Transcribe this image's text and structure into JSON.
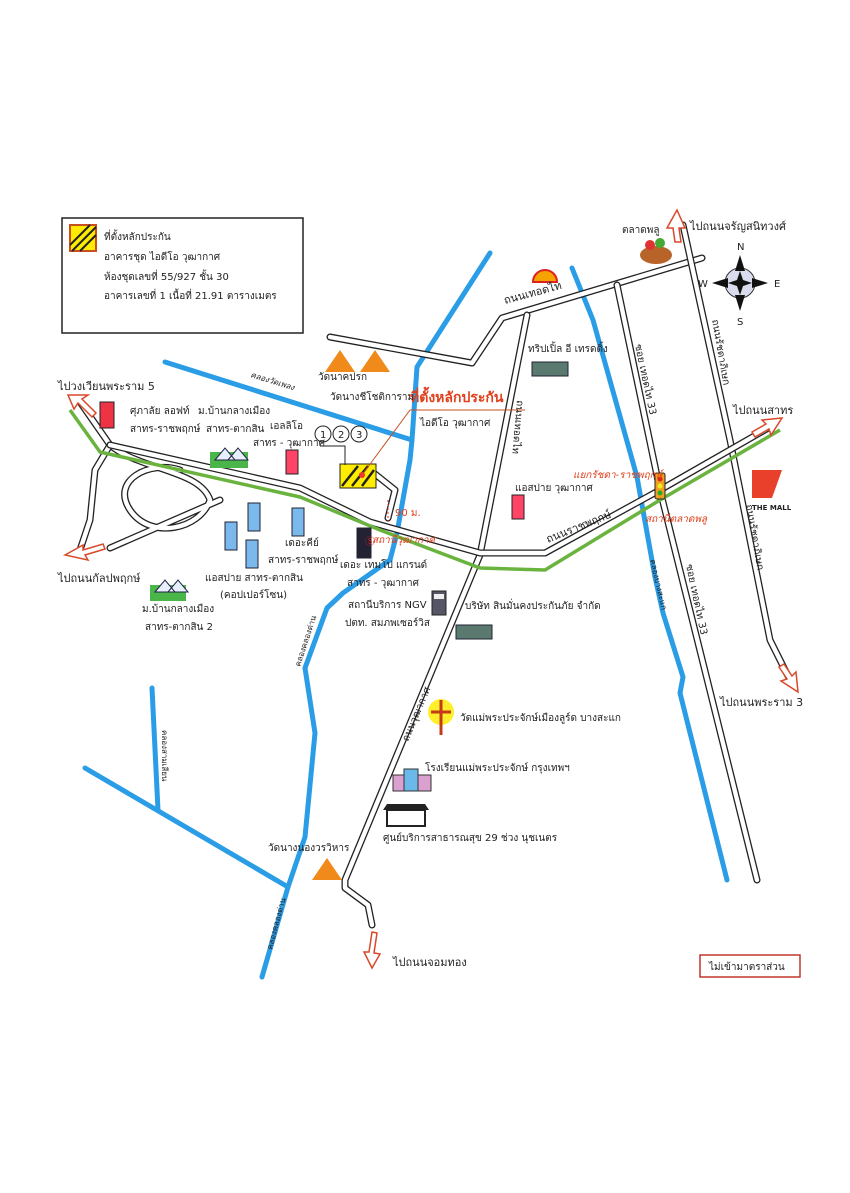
{
  "legend": {
    "title": "ที่ตั้งหลักประกัน",
    "line1": "อาคารชุด ไอดีโอ วุฒากาศ",
    "line2": "ห้องชุดเลขที่ 55/927 ชั้น 30",
    "line3": "อาคารเลขที่ 1 เนื้อที่ 21.91 ตารางเมตร"
  },
  "directions": {
    "rama5": "ไปวงเวียนพระราม 5",
    "kalpapruek": "ไปถนนกัลปพฤกษ์",
    "charansanitwong": "ไปถนนจรัญสนิทวงศ์",
    "sathorn": "ไปถนนสาทร",
    "rama3": "ไปถนนพระราม 3",
    "chomthong": "ไปถนนจอมทอง"
  },
  "roads": {
    "thoetthai": "ถนนเทอดไท",
    "thoetthai_v": "ถนนเทอดไท",
    "soi33": "ซอย เทอดไท 33",
    "soi33b": "ซอย เทอดไท 33",
    "ratchadaphisek": "ถนนรัชดาภิเษก",
    "ratchadaphisek2": "ถนนรัชดาภิเษก",
    "ratchaphruek": "ถนนราชพฤกษ์",
    "wutthakat": "ถนนวุฒากาศ"
  },
  "canals": {
    "wat_phleng": "คลองวัดเพลง",
    "dan1": "คลองคลองด่าน",
    "dan2": "คลองคลองด่าน",
    "left": "คลองสามเสียน",
    "bangsakae": "คลองบางสะแก"
  },
  "site": {
    "label": "ที่ตั้งหลักประกัน",
    "sub": "ไอดีโอ วุฒากาศ",
    "circles": [
      "1",
      "2",
      "3"
    ],
    "distance": "90 ม."
  },
  "stations": {
    "wutthakat": "สถานีวุฒากาศ",
    "talat_phlu": "สถานีตลาดพลู",
    "junction": "แยกรัชดา-ราชพฤกษ์"
  },
  "places": {
    "supalai_1": "ศุภาลัย ลอฟท์",
    "supalai_2": "สาทร-ราชพฤกษ์",
    "baan1_1": "ม.บ้านกลางเมือง",
    "baan1_2": "สาทร-ตากสิน",
    "elio_1": "เอลลิโอ",
    "elio_2": "สาทร - วุฒากาศ",
    "wat_nakprok": "วัดนาคปรก",
    "wat_nangchee": "วัดนางชีโชติการาม",
    "thekey_1": "เดอะคีย์",
    "thekey_2": "สาทร-ราชพฤกษ์",
    "aspire1_1": "แอสปาย สาทร-ตากสิน",
    "aspire1_2": "(คอปเปอร์โซน)",
    "tempo_1": "เดอะ เทมโป แกรนด์",
    "tempo_2": "สาทร - วุฒากาศ",
    "baan2_1": "ม.บ้านกลางเมือง",
    "baan2_2": "สาทร-ตากสิน 2",
    "ngv_1": "สถานีบริการ NGV",
    "ngv_2": "ปตท. สมภพเซอร์วิส",
    "sinmankong": "บริษัท สินมั่นคงประกันภัย จำกัด",
    "church": "วัดแม่พระประจักษ์เมืองลูร์ด บางสะแก",
    "school": "โรงเรียนแม่พระประจักษ์ กรุงเทพฯ",
    "health": "ศูนย์บริการสาธารณสุข 29 ช่วง นุชเนตร",
    "wat_nangnong": "วัดนางนองวรวิหาร",
    "talat_phlu": "ตลาดพลู",
    "triple_e": "ทริปเปิ้ล อี เทรดดิ้ง",
    "aspire2": "แอสปาย วุฒากาศ",
    "the_mall": "THE MALL"
  },
  "compass": {
    "n": "N",
    "e": "E",
    "s": "S",
    "w": "W"
  },
  "scale_note": "ไม่เข้ามาตราส่วน",
  "colors": {
    "canal": "#2a9de6",
    "rail": "#6ab33e",
    "accent": "#e0401c"
  }
}
